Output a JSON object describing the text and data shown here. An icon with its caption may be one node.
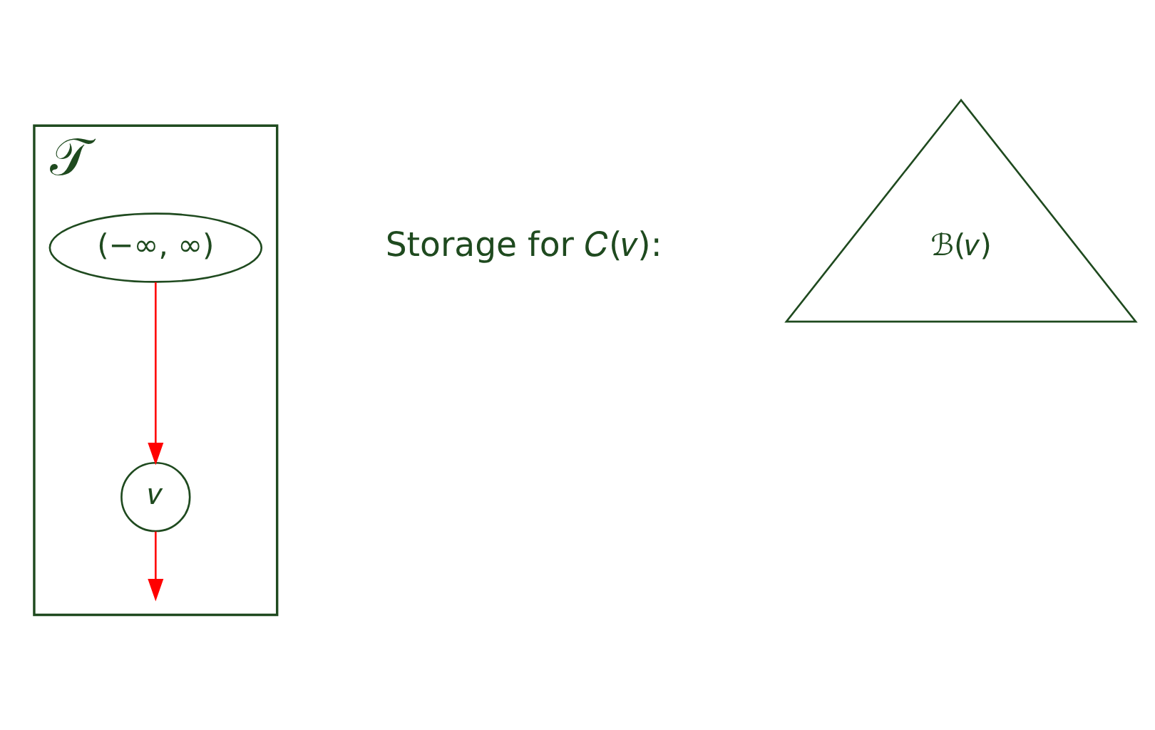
{
  "diagram": {
    "nodes": [
      {
        "text": [
          "𝒯"
        ]
      },
      {
        "text": [
          "(−∞, ∞)"
        ],
        "in": 0
      },
      {
        "text": [
          "𝑣"
        ],
        "in": 0
      },
      {
        "text": [
          "ℬ(𝑣)"
        ]
      }
    ],
    "edges": [
      {
        "from": 1,
        "to": 2,
        "arrow": "to",
        "color": "#ff0000"
      },
      {
        "from": 2,
        "to": null,
        "arrow": "to",
        "color": "#ff0000"
      }
    ],
    "labels": [
      "Storage for 𝐶(𝑣):"
    ]
  }
}
